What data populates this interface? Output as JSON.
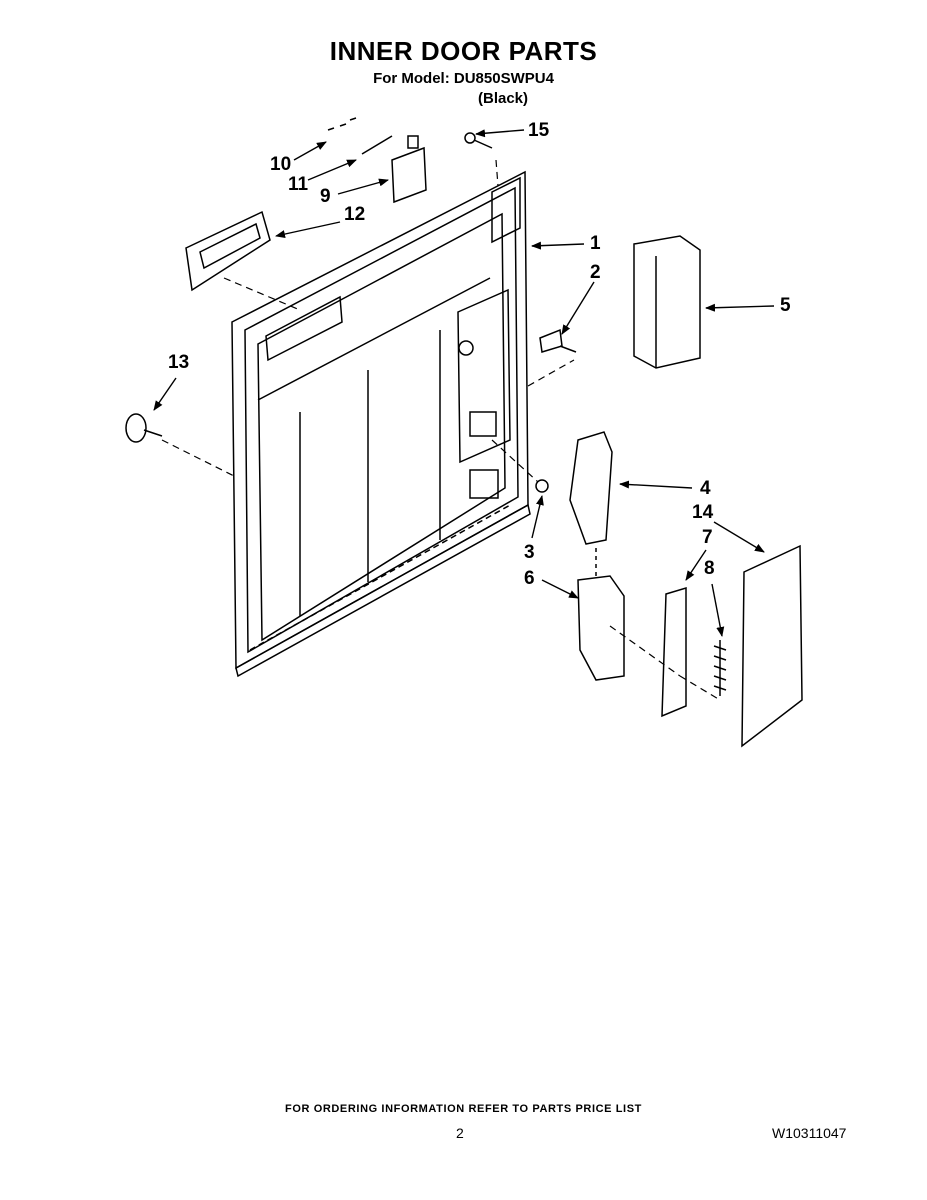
{
  "header": {
    "title": "INNER DOOR PARTS",
    "model_line": "For Model: DU850SWPU4",
    "variant": "(Black)"
  },
  "callouts": {
    "c1": "1",
    "c2": "2",
    "c3": "3",
    "c4": "4",
    "c5": "5",
    "c6": "6",
    "c7": "7",
    "c8": "8",
    "c9": "9",
    "c10": "10",
    "c11": "11",
    "c12": "12",
    "c13": "13",
    "c14": "14",
    "c15": "15"
  },
  "footer": {
    "note": "FOR ORDERING INFORMATION REFER TO PARTS PRICE LIST",
    "page_number": "2",
    "document_id": "W10311047"
  }
}
